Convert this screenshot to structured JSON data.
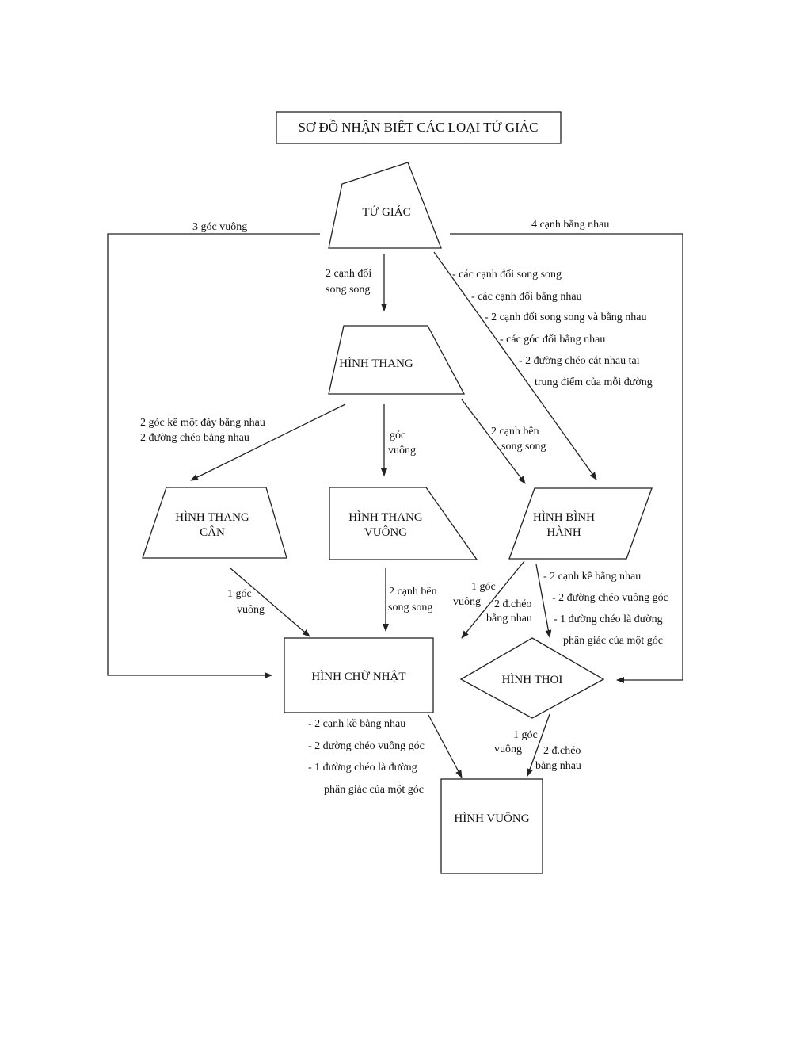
{
  "title": "SƠ ĐỒ NHẬN BIẾT CÁC LOẠI TỨ GIÁC",
  "nodes": {
    "tu_giac": "TỨ GIÁC",
    "hinh_thang": "HÌNH THANG",
    "thang_can": [
      "HÌNH THANG",
      "CÂN"
    ],
    "thang_vuong": [
      "HÌNH THANG",
      "VUÔNG"
    ],
    "binh_hanh": [
      "HÌNH BÌNH",
      "HÀNH"
    ],
    "chu_nhat": "HÌNH CHỮ NHẬT",
    "thoi": "HÌNH THOI",
    "vuong": "HÌNH VUÔNG"
  },
  "edges": {
    "tg_cn": [
      "3 góc vuông"
    ],
    "tg_thoi": [
      "4 cạnh bằng nhau"
    ],
    "tg_ht": [
      "2 cạnh đối",
      "song song"
    ],
    "tg_bh": [
      "- các cạnh đối song song",
      "- các cạnh đối bằng nhau",
      "- 2 cạnh đối song song và bằng nhau",
      "- các góc đối bằng nhau",
      "- 2 đường chéo cắt nhau tại",
      "trung điểm của mỗi đường"
    ],
    "ht_can": [
      "2 góc kề một đáy bằng nhau",
      "2 đường chéo bằng nhau"
    ],
    "ht_vuong": [
      "góc",
      "vuông"
    ],
    "ht_bh": [
      "2 cạnh bên",
      "song song"
    ],
    "can_cn": [
      "1 góc",
      "vuông"
    ],
    "vuong_cn": [
      "2 cạnh bên",
      "song song"
    ],
    "bh_cn_1": [
      "1 góc",
      "vuông"
    ],
    "bh_cn_2": [
      "2 đ.chéo",
      "bằng nhau"
    ],
    "bh_thoi": [
      "- 2 cạnh kề bằng nhau",
      "- 2 đường chéo vuông góc",
      "- 1 đường chéo là đường",
      "phân giác của một góc"
    ],
    "cn_vuong": [
      "- 2 cạnh kề bằng nhau",
      "- 2 đường chéo vuông góc",
      "- 1 đường chéo là đường",
      "phân giác của một góc"
    ],
    "thoi_vuong_1": [
      "1 góc",
      "vuông"
    ],
    "thoi_vuong_2": [
      "2 đ.chéo",
      "bằng nhau"
    ]
  }
}
